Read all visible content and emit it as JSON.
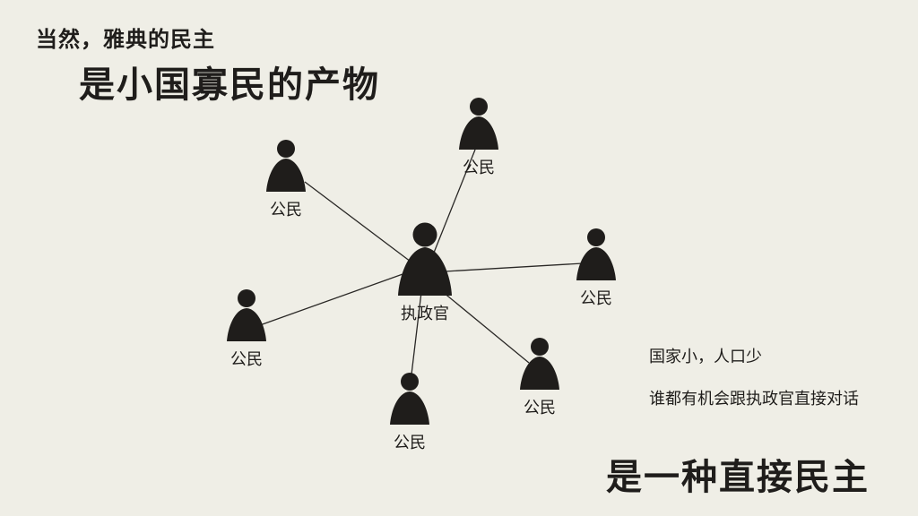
{
  "header": {
    "subtitle": "当然，雅典的民主",
    "title": "是小国寡民的产物"
  },
  "diagram": {
    "center": {
      "label": "执政官",
      "icon": "person-icon"
    },
    "citizens": [
      {
        "label": "公民",
        "icon": "person-icon"
      },
      {
        "label": "公民",
        "icon": "person-icon"
      },
      {
        "label": "公民",
        "icon": "person-icon"
      },
      {
        "label": "公民",
        "icon": "person-icon"
      },
      {
        "label": "公民",
        "icon": "person-icon"
      },
      {
        "label": "公民",
        "icon": "person-icon"
      }
    ]
  },
  "notes": {
    "line1": "国家小，人口少",
    "line2": "谁都有机会跟执政官直接对话"
  },
  "conclusion": "是一种直接民主"
}
